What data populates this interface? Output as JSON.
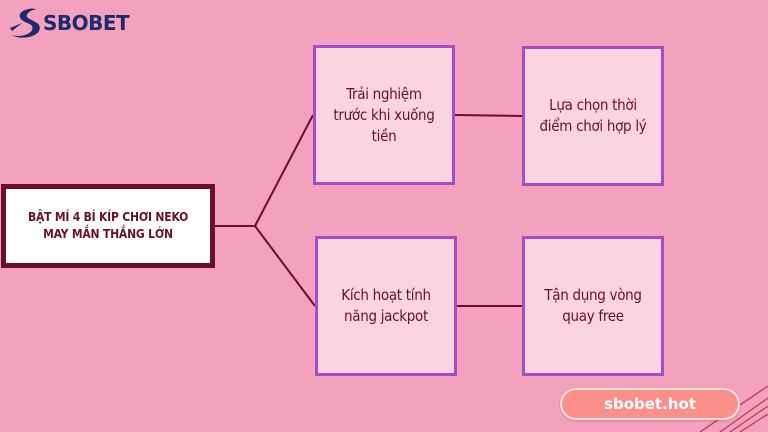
{
  "brand": {
    "logo_text": "SBOBET",
    "logo_icon": "stylized-s-swoosh-icon",
    "website": "sbobet.hot"
  },
  "diagram": {
    "root": "BẬT MÍ 4 BÍ KÍP CHƠI NEKO MAY MẮN THẮNG LỚN",
    "nodes": [
      "Trải nghiệm trước khi xuống tiền",
      "Lựa chọn thời điểm chơi hợp lý",
      "Kích hoạt tính năng jackpot",
      "Tận dụng vòng quay free"
    ]
  },
  "colors": {
    "background": "#f3a1bd",
    "root_border": "#6b0d2c",
    "node_fill": "#fbd4e1",
    "node_border": "#a74cc9",
    "connector": "#6b0d2c",
    "text": "#6b0f2c",
    "badge": "#fb8f89",
    "logo": "#1f2a6d"
  }
}
